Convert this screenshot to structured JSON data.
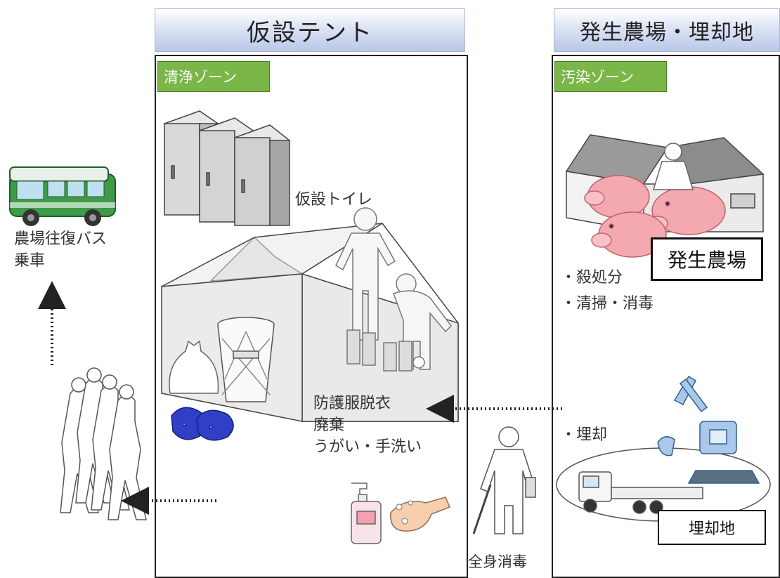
{
  "headers": {
    "tent": "仮設テント",
    "farm": "発生農場・埋却地"
  },
  "zones": {
    "clean": "清浄ゾーン",
    "contaminated": "汚染ゾーン"
  },
  "labels": {
    "toilet": "仮設トイレ",
    "bus_line1": "農場往復バス",
    "bus_line2": "乗車",
    "undress_line1": "防護服脱衣",
    "undress_line2": "廃棄",
    "undress_line3": "うがい・手洗い",
    "culling": "・殺処分",
    "cleaning": "・清掃・消毒",
    "burial": "・埋却",
    "full_disinfection": "全身消毒",
    "farm_box": "発生農場",
    "burial_box": "埋却地"
  },
  "colors": {
    "zone_green": "#7ab648",
    "header_blue": "#b9c7e8",
    "bus_green": "#3f9a4a",
    "pig_pink": "#f4a9b0",
    "excavator_blue": "#a9c8ea",
    "slipper_blue": "#2f3fc8"
  }
}
